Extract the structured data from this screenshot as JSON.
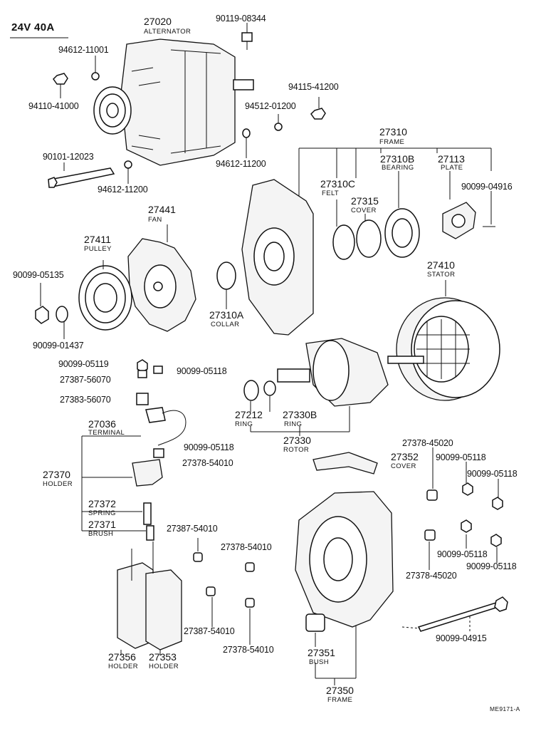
{
  "title": "24V 40A",
  "drawing_code": "ME9171-A",
  "labels": {
    "p27020": {
      "num": "27020",
      "name": "ALTERNATOR"
    },
    "p90119_08344": {
      "num": "90119-08344"
    },
    "p94612_11001": {
      "num": "94612-11001"
    },
    "p94110_41000": {
      "num": "94110-41000"
    },
    "p94115_41200": {
      "num": "94115-41200"
    },
    "p94512_01200": {
      "num": "94512-01200"
    },
    "p90101_12023": {
      "num": "90101-12023"
    },
    "p94612_11200a": {
      "num": "94612-11200"
    },
    "p94612_11200b": {
      "num": "94612-11200"
    },
    "p27310": {
      "num": "27310",
      "name": "FRAME"
    },
    "p27310B": {
      "num": "27310B",
      "name": "BEARING"
    },
    "p27113": {
      "num": "27113",
      "name": "PLATE"
    },
    "p27310C": {
      "num": "27310C",
      "name": "FELT"
    },
    "p27315": {
      "num": "27315",
      "name": "COVER"
    },
    "p90099_04916": {
      "num": "90099-04916"
    },
    "p27441": {
      "num": "27441",
      "name": "FAN"
    },
    "p27411": {
      "num": "27411",
      "name": "PULLEY"
    },
    "p90099_05135": {
      "num": "90099-05135"
    },
    "p90099_01437": {
      "num": "90099-01437"
    },
    "p27310A": {
      "num": "27310A",
      "name": "COLLAR"
    },
    "p27410": {
      "num": "27410",
      "name": "STATOR"
    },
    "p90099_05119": {
      "num": "90099-05119"
    },
    "p90099_05118a": {
      "num": "90099-05118"
    },
    "p27387_56070": {
      "num": "27387-56070"
    },
    "p27383_56070": {
      "num": "27383-56070"
    },
    "p27036": {
      "num": "27036",
      "name": "TERMINAL"
    },
    "p90099_05118b": {
      "num": "90099-05118"
    },
    "p27378_54010a": {
      "num": "27378-54010"
    },
    "p27370": {
      "num": "27370",
      "name": "HOLDER"
    },
    "p27372": {
      "num": "27372",
      "name": "SPRING"
    },
    "p27371": {
      "num": "27371",
      "name": "BRUSH"
    },
    "p27212": {
      "num": "27212",
      "name": "RING"
    },
    "p27330B": {
      "num": "27330B",
      "name": "RING"
    },
    "p27330": {
      "num": "27330",
      "name": "ROTOR"
    },
    "p27378_45020a": {
      "num": "27378-45020"
    },
    "p27352": {
      "num": "27352",
      "name": "COVER"
    },
    "p90099_05118c": {
      "num": "90099-05118"
    },
    "p90099_05118d": {
      "num": "90099-05118"
    },
    "p27387_54010a": {
      "num": "27387-54010"
    },
    "p27378_54010b": {
      "num": "27378-54010"
    },
    "p90099_05118e": {
      "num": "90099-05118"
    },
    "p90099_05118f": {
      "num": "90099-05118"
    },
    "p27378_45020b": {
      "num": "27378-45020"
    },
    "p27387_54010b": {
      "num": "27387-54010"
    },
    "p27378_54010c": {
      "num": "27378-54010"
    },
    "p90099_04915": {
      "num": "90099-04915"
    },
    "p27356": {
      "num": "27356",
      "name": "HOLDER"
    },
    "p27353": {
      "num": "27353",
      "name": "HOLDER"
    },
    "p27351": {
      "num": "27351",
      "name": "BUSH"
    },
    "p27350": {
      "num": "27350",
      "name": "FRAME"
    }
  }
}
